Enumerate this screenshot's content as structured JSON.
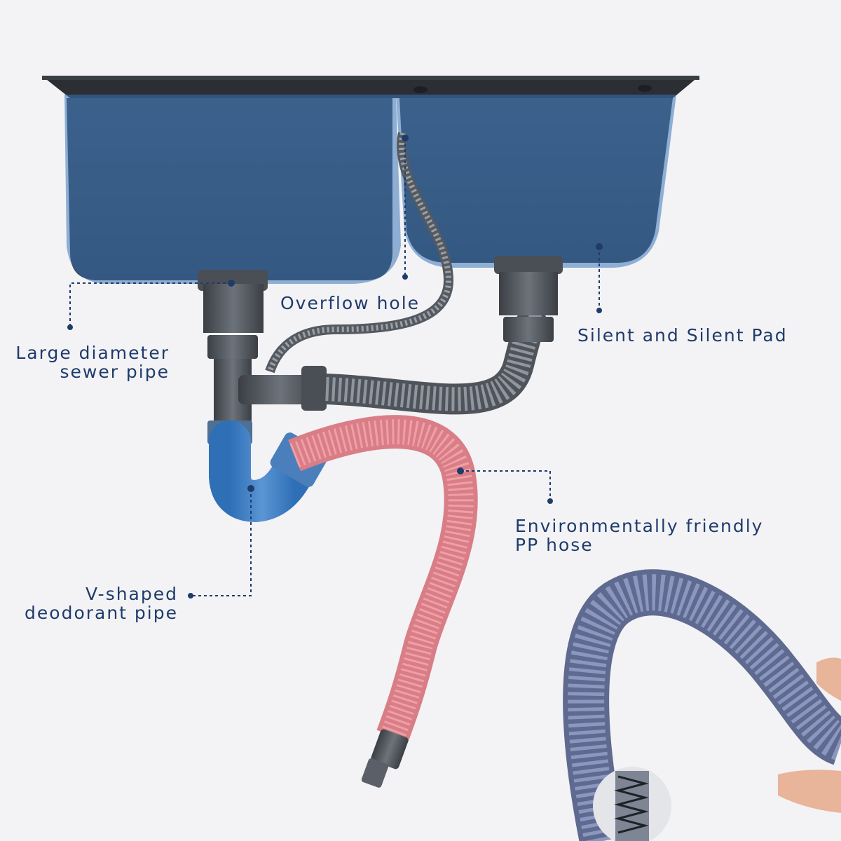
{
  "labels": {
    "overflow_hole": [
      "Overflow hole"
    ],
    "silent_pad": [
      "Silent and Silent Pad"
    ],
    "sewer_pipe": [
      "Large diameter",
      "sewer pipe"
    ],
    "pp_hose": [
      "Environmentally friendly",
      "PP hose"
    ],
    "deodorant_pipe": [
      "V-shaped",
      "deodorant pipe"
    ]
  },
  "colors": {
    "label_text": "#1f3b6b",
    "leader_line": "#1f3b6b",
    "sink_overlay": "#3a74b8",
    "pp_hose": "#d97d86",
    "hose_grey": "#6a6f78",
    "inset_hose": "#6e7aa0"
  }
}
